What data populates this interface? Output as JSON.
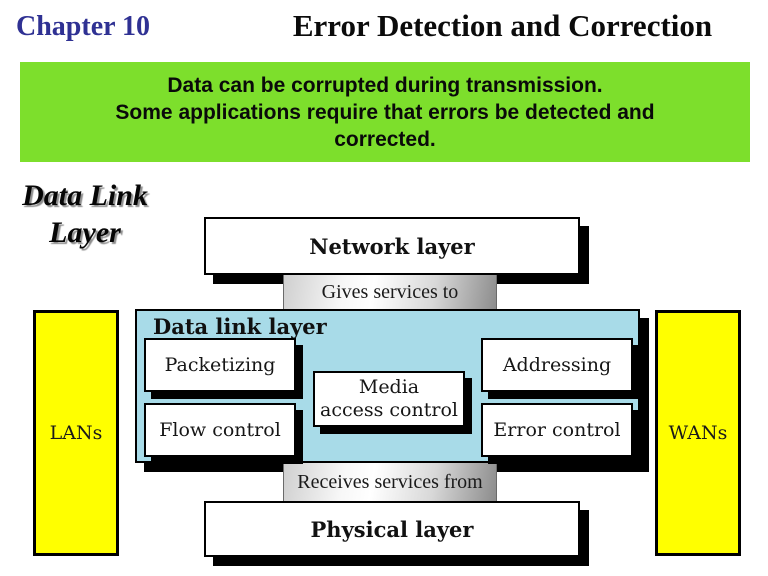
{
  "header": {
    "chapter_label": "Chapter 10",
    "chapter_color": "#2F3193",
    "title": "Error Detection and Correction"
  },
  "banner": {
    "bg_color": "#7DDF2C",
    "lines": [
      "Data can be corrupted during transmission.",
      "Some applications require that errors be detected and",
      "corrected."
    ]
  },
  "section_heading": {
    "lines": [
      "Data Link",
      "Layer"
    ]
  },
  "diagram": {
    "network_layer": {
      "label": "Network layer"
    },
    "gives_bar": {
      "label": "Gives services to"
    },
    "data_link_layer": {
      "label": "Data link layer",
      "bg_color": "#A8DBE8"
    },
    "packetizing": {
      "label": "Packetizing"
    },
    "flow_control": {
      "label": "Flow control"
    },
    "media_access": {
      "lines": [
        "Media",
        "access control"
      ]
    },
    "addressing": {
      "label": "Addressing"
    },
    "error_control": {
      "label": "Error control"
    },
    "receives_bar": {
      "label": "Receives services from"
    },
    "physical_layer": {
      "label": "Physical layer"
    },
    "lans": {
      "label": "LANs",
      "bg_color": "#FFFF00"
    },
    "wans": {
      "label": "WANs",
      "bg_color": "#FFFF00"
    }
  }
}
